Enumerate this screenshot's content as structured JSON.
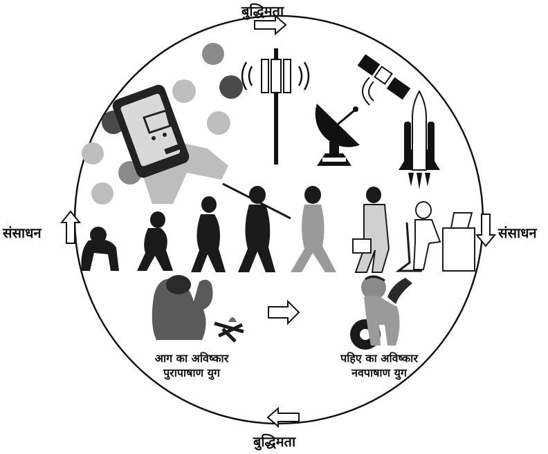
{
  "labels": {
    "top": "बुद्धिमता",
    "bottom": "बुद्धिमता",
    "left": "संसाधन",
    "right": "संसाधन"
  },
  "captions": {
    "fire": {
      "line1": "आग का अविष्कार",
      "line2": "पुरापाषाण युग"
    },
    "wheel": {
      "line1": "पहिए का अविष्कार",
      "line2": "नवपाषाण युग"
    }
  },
  "colors": {
    "ink": "#111111",
    "gray": "#7a7a7a",
    "light": "#bdbdbd"
  },
  "icons": [
    "smartphone-shopping-icon",
    "cell-tower-icon",
    "satellite-icon",
    "satellite-dish-icon",
    "space-shuttle-icon",
    "evolution-silhouettes-icon",
    "fire-caveman-icon",
    "wheel-caveman-icon"
  ]
}
